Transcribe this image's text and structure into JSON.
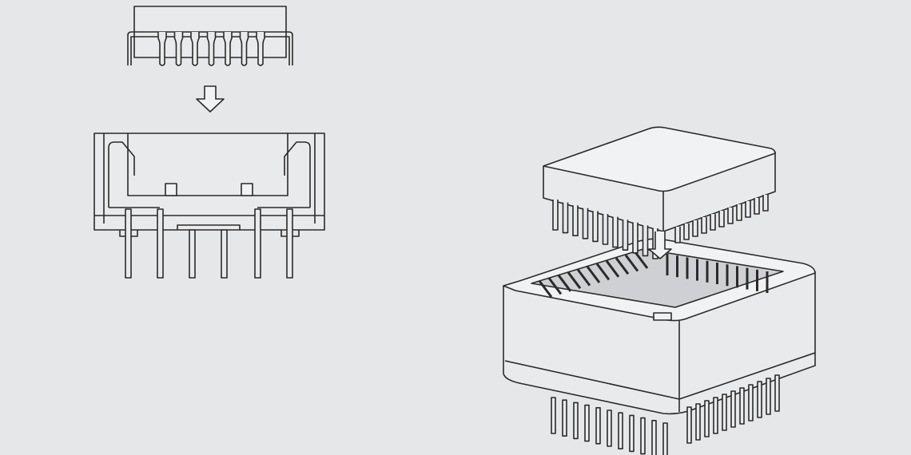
{
  "colors": {
    "background": "#e6e7e9",
    "line": "#2a2a2a",
    "fill": "#e9eaec",
    "face": "#f1f2f3"
  },
  "left_view": {
    "chip_side_pins": 7,
    "socket_bottom_pins": 6
  },
  "right_view": {
    "chip_leads_per_side": 11,
    "socket_pins_visible": 22
  }
}
